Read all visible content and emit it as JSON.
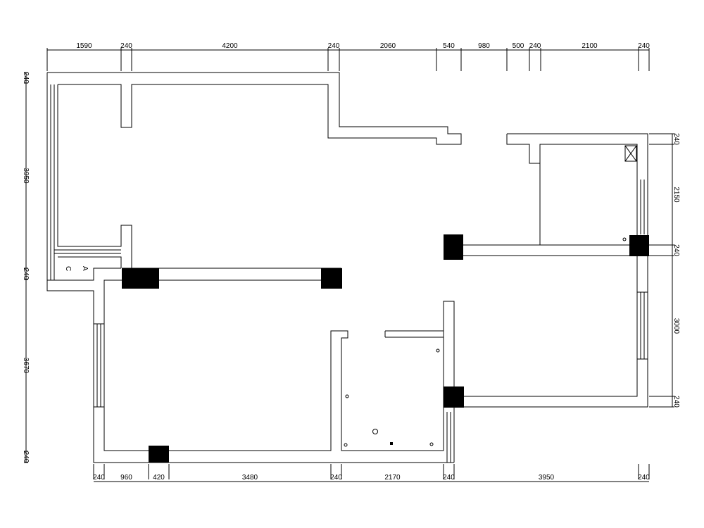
{
  "dimensions": {
    "top": [
      "1590",
      "240",
      "4200",
      "240",
      "2060",
      "540",
      "980",
      "500",
      "240",
      "2100",
      "240"
    ],
    "bottom": [
      "240",
      "960",
      "420",
      "3480",
      "240",
      "2170",
      "240",
      "3950",
      "240"
    ],
    "left": [
      "240",
      "3950",
      "240",
      "3670",
      "240"
    ],
    "right": [
      "240",
      "2150",
      "240",
      "3000",
      "240"
    ]
  },
  "labels": {
    "a": "A",
    "c": "C"
  }
}
